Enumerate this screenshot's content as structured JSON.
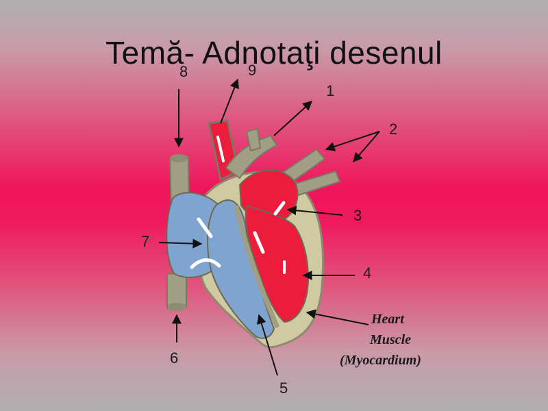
{
  "slide": {
    "title": "Temă- Adnotaţi desenul"
  },
  "diagram": {
    "labels": {
      "n1": "1",
      "n2": "2",
      "n3": "3",
      "n4": "4",
      "n5": "5",
      "n6": "6",
      "n7": "7",
      "n8": "8",
      "n9": "9"
    },
    "muscle_label": {
      "line1": "Heart",
      "line2": "Muscle",
      "line3": "(Myocardium)"
    }
  },
  "colors": {
    "oxygenated": "#ee1c3c",
    "deoxygenated": "#7ea4cf",
    "vessel": "#a09e83",
    "muscle": "#cfcaa2"
  }
}
